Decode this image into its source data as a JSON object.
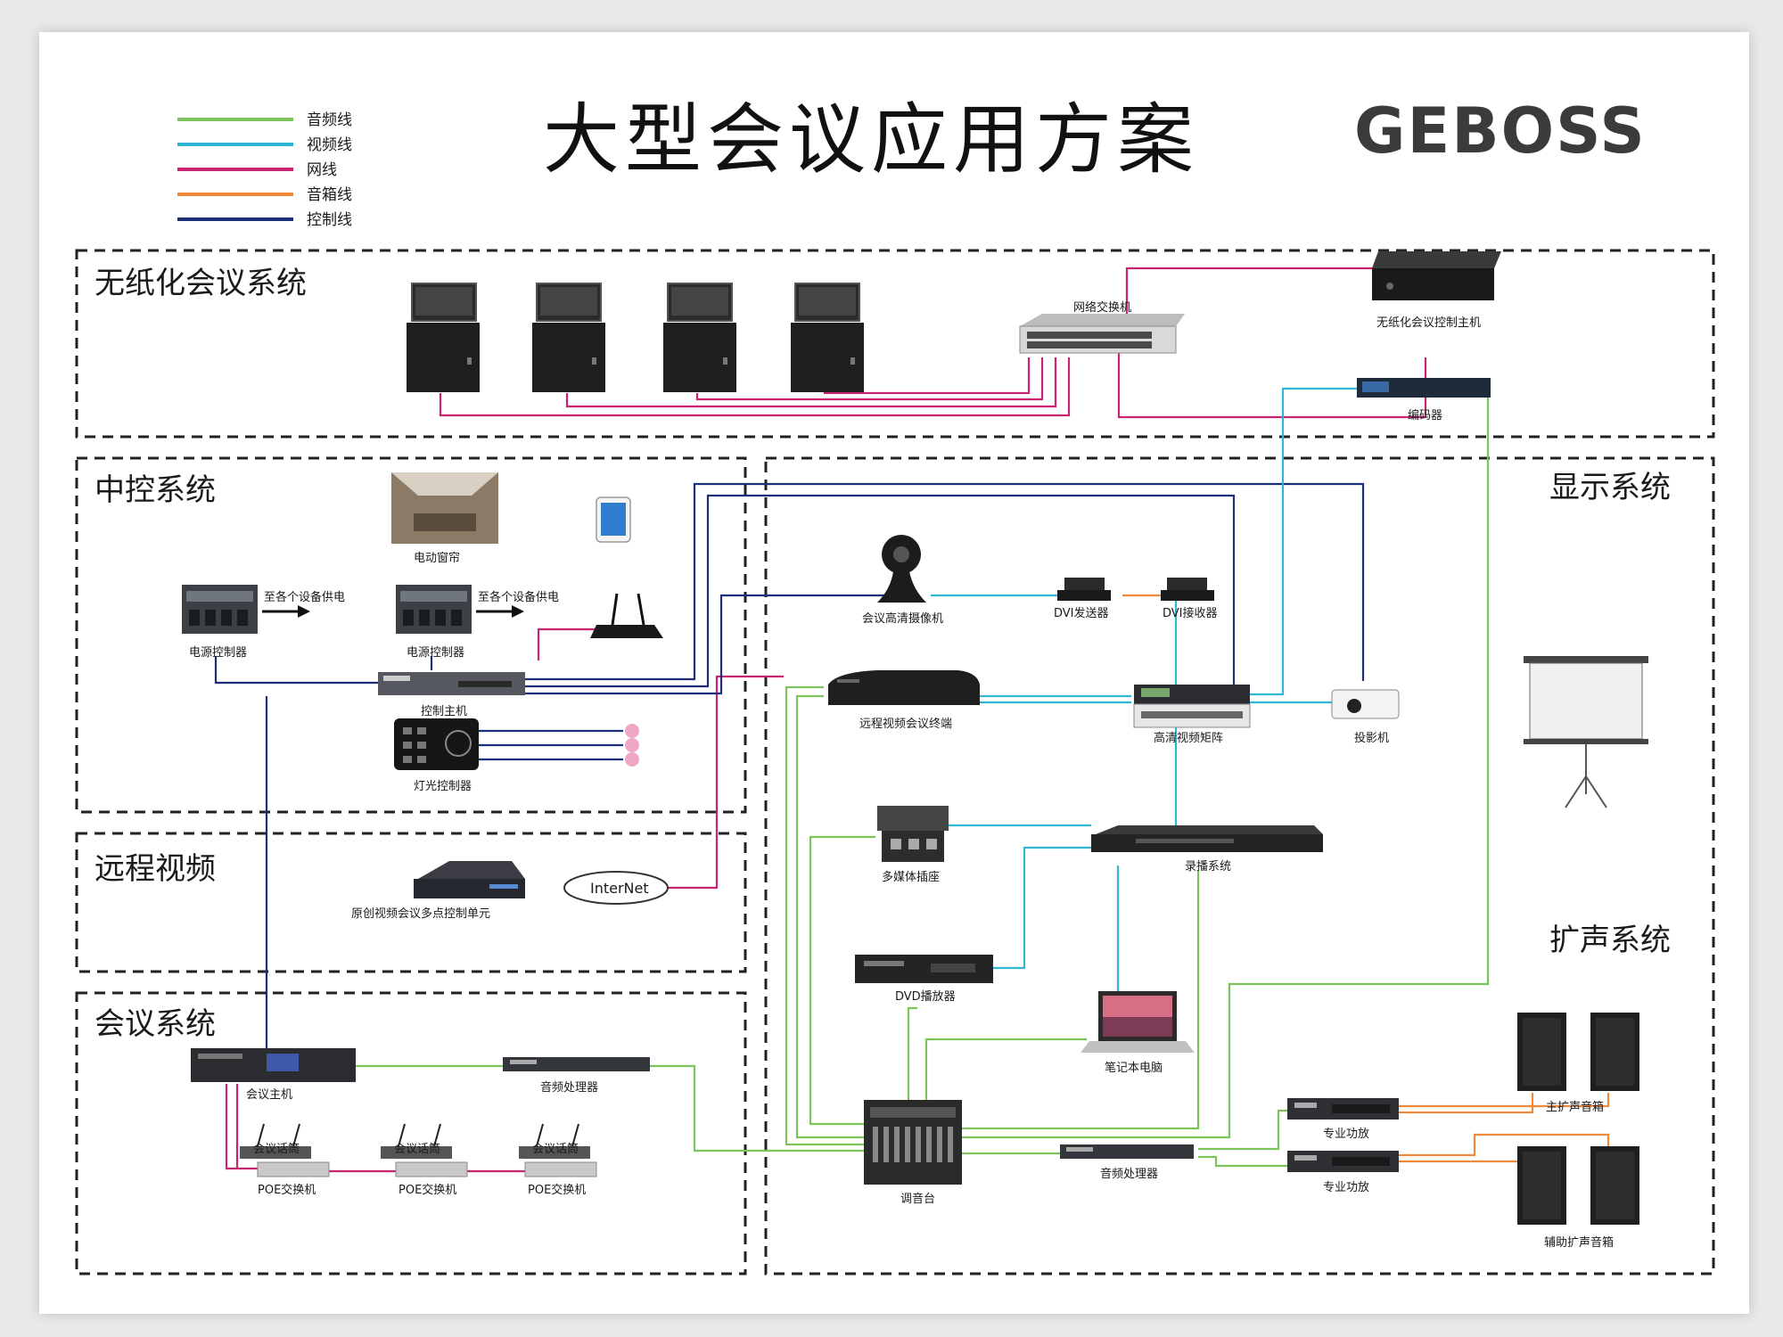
{
  "title": "大型会议应用方案",
  "brand": "GEBOSS",
  "colors": {
    "audio": "#7cc35c",
    "video": "#2fb6d6",
    "network": "#c8246f",
    "speaker": "#f08a3a",
    "control": "#1d2f78",
    "frame": "#222222"
  },
  "legend": [
    {
      "label": "音频线",
      "color": "#7cc35c"
    },
    {
      "label": "视频线",
      "color": "#2fb6d6"
    },
    {
      "label": "网线",
      "color": "#c8246f"
    },
    {
      "label": "音箱线",
      "color": "#f08a3a"
    },
    {
      "label": "控制线",
      "color": "#1d2f78"
    }
  ],
  "sections": {
    "paperless": "无纸化会议系统",
    "central": "中控系统",
    "display": "显示系统",
    "remote": "远程视频",
    "conference": "会议系统",
    "pa": "扩声系统"
  },
  "devices": {
    "network_switch": "网络交换机",
    "paperless_host": "无纸化会议控制主机",
    "encoder": "编码器",
    "curtain": "电动窗帘",
    "power_ctrl_1": "电源控制器",
    "power_ctrl_2": "电源控制器",
    "power_note_1": "至各个设备供电",
    "power_note_2": "至各个设备供电",
    "control_host": "控制主机",
    "light_ctrl": "灯光控制器",
    "camera": "会议高清摄像机",
    "dvi_tx": "DVI发送器",
    "dvi_rx": "DVI接收器",
    "video_terminal": "远程视频会议终端",
    "hd_matrix": "高清视频矩阵",
    "projector": "投影机",
    "floor_box": "多媒体插座",
    "recording": "录播系统",
    "mcu": "原创视频会议多点控制单元",
    "internet": "InterNet",
    "dvd": "DVD播放器",
    "laptop": "笔记本电脑",
    "conf_host": "会议主机",
    "audio_proc_1": "音频处理器",
    "audio_proc_2": "音频处理器",
    "mixer": "调音台",
    "amp_1": "专业功放",
    "amp_2": "专业功放",
    "main_speaker": "主扩声音箱",
    "aux_speaker": "辅助扩声音箱",
    "mic_1": "会议话筒",
    "mic_2": "会议话筒",
    "mic_3": "会议话筒",
    "poe_1": "POE交换机",
    "poe_2": "POE交换机",
    "poe_3": "POE交换机"
  }
}
